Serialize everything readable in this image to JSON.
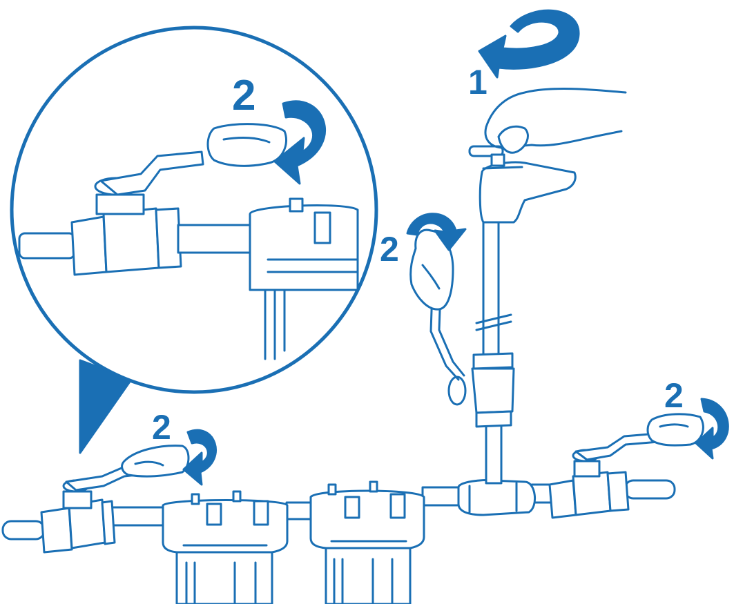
{
  "colors": {
    "stroke": "#1a6fb4",
    "fill": "#ffffff",
    "accent": "#1a6fb4"
  },
  "labels": {
    "step_faucet": "1",
    "step_zoom": "2",
    "step_tap_valve": "2",
    "step_left_valve": "2",
    "step_right_valve": "2"
  },
  "icons": {
    "faucet_rotation": "counter-clockwise-arrow-icon",
    "valve_rotation": "clockwise-arrow-icon"
  }
}
